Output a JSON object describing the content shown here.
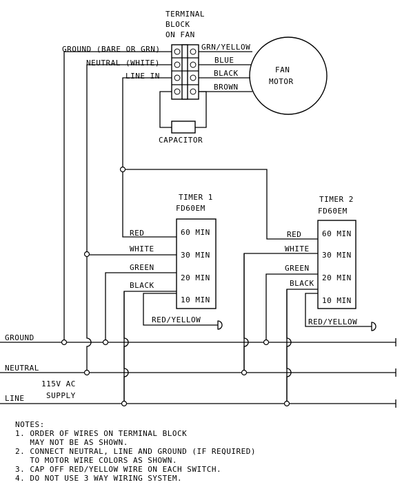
{
  "terminal_block": {
    "line1": "TERMINAL",
    "line2": "BLOCK",
    "line3": "ON FAN"
  },
  "wires_left": {
    "ground": "GROUND (BARE OR GRN)",
    "neutral": "NEUTRAL (WHITE)",
    "line_in": "LINE IN"
  },
  "motor_leads": {
    "grn_yellow": "GRN/YELLOW",
    "blue": "BLUE",
    "black": "BLACK",
    "brown": "BROWN"
  },
  "fan_motor": {
    "line1": "FAN",
    "line2": "MOTOR"
  },
  "capacitor": "CAPACITOR",
  "timer1": {
    "title": "TIMER 1",
    "model": "FD60EM",
    "taps": [
      "60 MIN",
      "30 MIN",
      "20 MIN",
      "10 MIN"
    ],
    "wires": {
      "red": "RED",
      "white": "WHITE",
      "green": "GREEN",
      "black": "BLACK",
      "red_yellow": "RED/YELLOW"
    }
  },
  "timer2": {
    "title": "TIMER 2",
    "model": "FD60EM",
    "taps": [
      "60 MIN",
      "30 MIN",
      "20 MIN",
      "10 MIN"
    ],
    "wires": {
      "red": "RED",
      "white": "WHITE",
      "green": "GREEN",
      "black": "BLACK",
      "red_yellow": "RED/YELLOW"
    }
  },
  "supply": {
    "ground": "GROUND",
    "neutral": "NEUTRAL",
    "line": "LINE",
    "label1": "115V AC",
    "label2": "SUPPLY"
  },
  "notes": {
    "heading": "NOTES:",
    "items": [
      "1. ORDER OF WIRES ON TERMINAL BLOCK",
      "   MAY NOT BE AS SHOWN.",
      "2. CONNECT NEUTRAL, LINE AND GROUND (IF REQUIRED)",
      "   TO MOTOR WIRE COLORS AS SHOWN.",
      "3. CAP OFF RED/YELLOW WIRE ON EACH SWITCH.",
      "4. DO NOT USE 3 WAY WIRING SYSTEM."
    ]
  }
}
